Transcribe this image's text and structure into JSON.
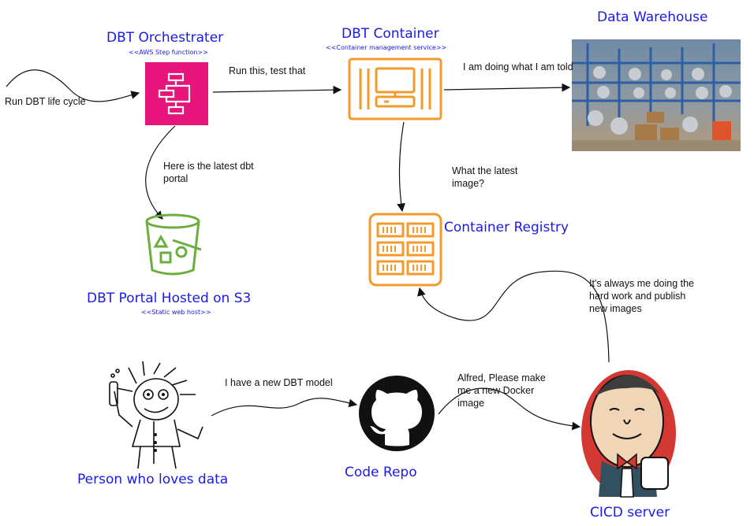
{
  "nodes": {
    "orchestrator": {
      "title": "DBT Orchestrater",
      "subtitle": "<<AWS Step function>>"
    },
    "container": {
      "title": "DBT Container",
      "subtitle": "<<Container management service>>"
    },
    "warehouse": {
      "title": "Data Warehouse"
    },
    "portal": {
      "title": "DBT Portal Hosted on S3",
      "subtitle": "<<Static web host>>"
    },
    "registry": {
      "title": "Container Registry"
    },
    "person": {
      "title": "Person who loves data"
    },
    "repo": {
      "title": "Code Repo"
    },
    "cicd": {
      "title": "CICD server"
    }
  },
  "edges": {
    "run_lifecycle": "Run DBT life cycle",
    "run_this": "Run this, test that",
    "doing_told": "I am doing what I am told",
    "latest_portal": "Here is the latest dbt portal",
    "latest_image": "What the latest image?",
    "hard_work": "It's always me doing the hard work and publish new images",
    "new_model": "I have a new DBT model",
    "alfred": "Alfred, Please make me a new Docker image"
  },
  "colors": {
    "title": "#1a1ae6",
    "step_function": "#e7157b",
    "container_orange": "#f29b2b",
    "s3_green": "#6cae3e"
  }
}
